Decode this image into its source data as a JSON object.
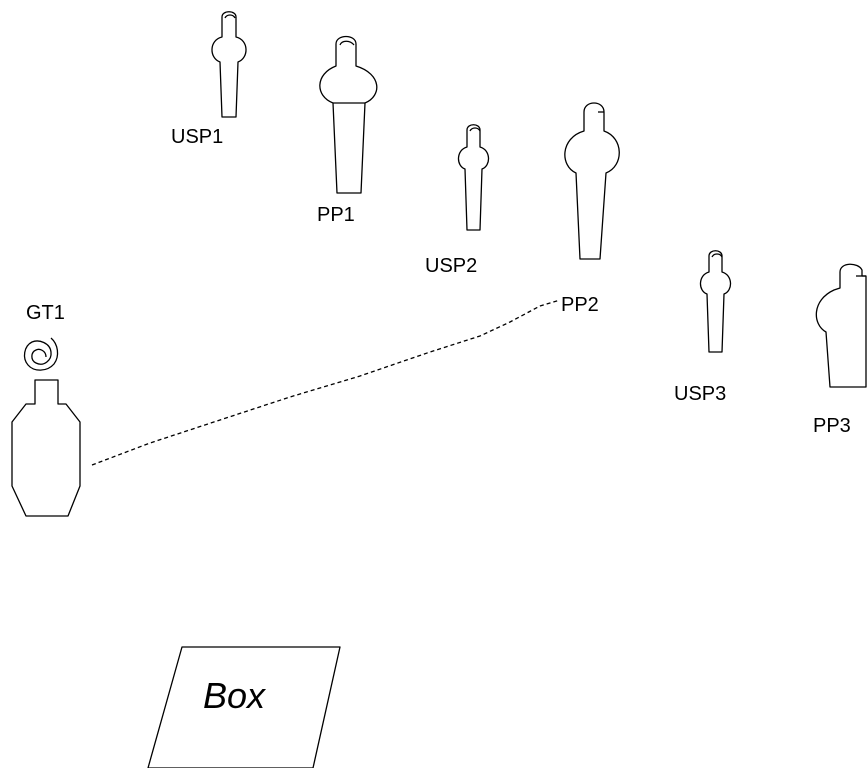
{
  "targets": {
    "usp1": {
      "label": "USP1"
    },
    "pp1": {
      "label": "PP1"
    },
    "usp2": {
      "label": "USP2"
    },
    "pp2": {
      "label": "PP2"
    },
    "usp3": {
      "label": "USP3"
    },
    "pp3": {
      "label": "PP3"
    },
    "gt1": {
      "label": "GT1"
    }
  },
  "box": {
    "label": "Box"
  },
  "colors": {
    "ink": "#000000",
    "background": "#ffffff"
  }
}
